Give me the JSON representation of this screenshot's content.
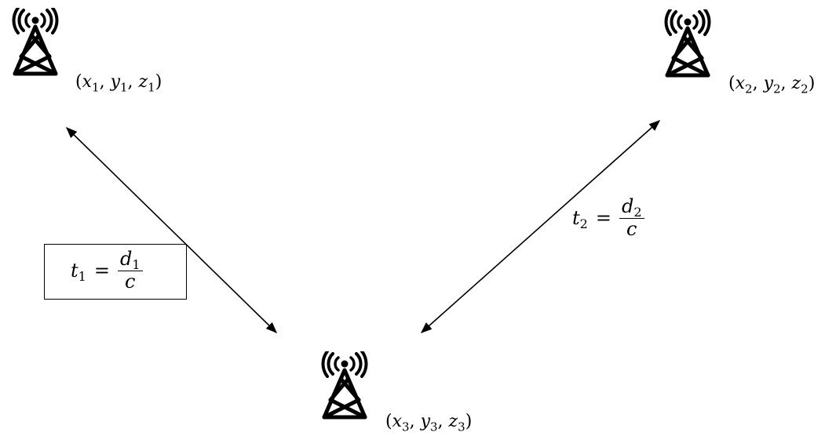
{
  "towers": [
    {
      "icon": "cell-tower-icon",
      "coord": {
        "x": "x",
        "x_sub": "1",
        "y": "y",
        "y_sub": "1",
        "z": "z",
        "z_sub": "1"
      }
    },
    {
      "icon": "cell-tower-icon",
      "coord": {
        "x": "x",
        "x_sub": "2",
        "y": "y",
        "y_sub": "2",
        "z": "z",
        "z_sub": "2"
      }
    },
    {
      "icon": "cell-tower-icon",
      "coord": {
        "x": "x",
        "x_sub": "3",
        "y": "y",
        "y_sub": "3",
        "z": "z",
        "z_sub": "3"
      }
    }
  ],
  "formulas": [
    {
      "lhs": "t",
      "lhs_sub": "1",
      "eq": "=",
      "num": "d",
      "num_sub": "1",
      "den": "c",
      "boxed": true
    },
    {
      "lhs": "t",
      "lhs_sub": "2",
      "eq": "=",
      "num": "d",
      "num_sub": "2",
      "den": "c",
      "boxed": false
    }
  ],
  "colors": {
    "ink": "#000000",
    "background": "#ffffff"
  }
}
